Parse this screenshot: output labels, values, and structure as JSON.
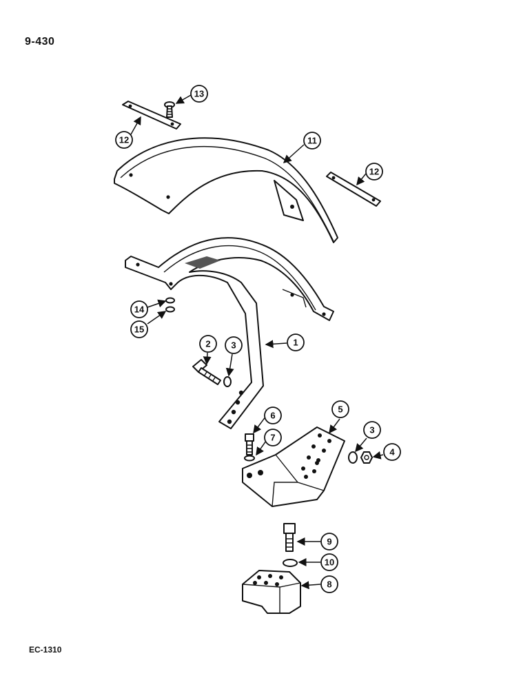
{
  "page_ref": "9-430",
  "doc_code": "EC-1310",
  "callouts": [
    "13",
    "12",
    "11",
    "12",
    "14",
    "15",
    "2",
    "3",
    "1",
    "6",
    "7",
    "5",
    "3",
    "4",
    "9",
    "10",
    "8"
  ]
}
